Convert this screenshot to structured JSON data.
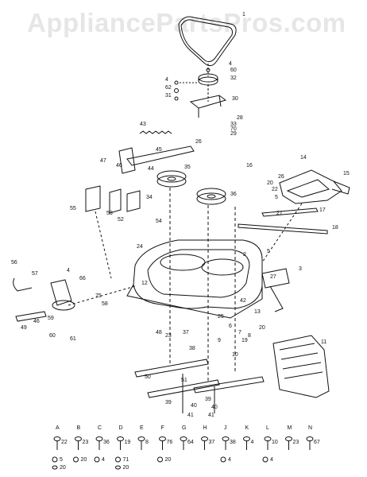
{
  "watermark": "AppliancePartsPros.com",
  "colors": {
    "ink": "#111111",
    "watermark": "#e6e6e6",
    "paper": "#ffffff"
  },
  "callouts": [
    "1",
    "4",
    "60",
    "32",
    "31",
    "62",
    "4",
    "30",
    "28",
    "33",
    "70",
    "29",
    "26",
    "43",
    "47",
    "45",
    "46",
    "44",
    "35",
    "34",
    "16",
    "26",
    "14",
    "15",
    "20",
    "22",
    "5",
    "36",
    "21",
    "17",
    "18",
    "55",
    "53",
    "52",
    "54",
    "24",
    "2",
    "3",
    "56",
    "57",
    "4",
    "66",
    "75",
    "58",
    "59",
    "49",
    "46",
    "60",
    "61",
    "12",
    "5",
    "27",
    "13",
    "11",
    "10",
    "9",
    "8",
    "7",
    "6",
    "40",
    "41",
    "39",
    "37",
    "38",
    "41",
    "40",
    "39",
    "48",
    "50",
    "51",
    "42",
    "20",
    "25",
    "23",
    "19"
  ],
  "hardware": [
    {
      "letter": "A",
      "num1": "22",
      "num2": "5",
      "num3": "20"
    },
    {
      "letter": "B",
      "num1": "23",
      "num2": "20",
      "num3": ""
    },
    {
      "letter": "C",
      "num1": "36",
      "num2": "4",
      "num3": ""
    },
    {
      "letter": "D",
      "num1": "19",
      "num2": "71",
      "num3": "20"
    },
    {
      "letter": "E",
      "num1": "8",
      "num2": "",
      "num3": ""
    },
    {
      "letter": "F",
      "num1": "76",
      "num2": "20",
      "num3": ""
    },
    {
      "letter": "G",
      "num1": "64",
      "num2": "",
      "num3": ""
    },
    {
      "letter": "H",
      "num1": "37",
      "num2": "",
      "num3": ""
    },
    {
      "letter": "J",
      "num1": "38",
      "num2": "4",
      "num3": ""
    },
    {
      "letter": "K",
      "num1": "4",
      "num2": "",
      "num3": ""
    },
    {
      "letter": "L",
      "num1": "10",
      "num2": "4",
      "num3": ""
    },
    {
      "letter": "M",
      "num1": "23",
      "num2": "",
      "num3": ""
    },
    {
      "letter": "N",
      "num1": "67",
      "num2": "",
      "num3": ""
    }
  ]
}
